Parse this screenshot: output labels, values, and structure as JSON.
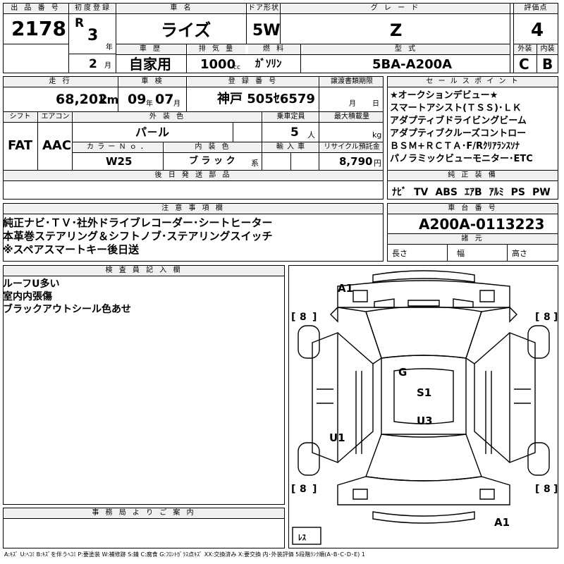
{
  "header": {
    "lot_label": "出 品 番 号",
    "lot_number": "2178",
    "first_reg_label": "初度登録",
    "era_mark": "R",
    "year_value": "3",
    "year_unit": "年",
    "month_value": "2",
    "month_unit": "月",
    "car_name_label": "車 名",
    "car_name": "ライズ",
    "door_label": "ドア形状",
    "door_value": "5W",
    "grade_label": "グ レ ー ド",
    "grade_value": "Z",
    "score_label": "評価点",
    "score_value": "4",
    "history_label": "車 歴",
    "history_value": "自家用",
    "displacement_label": "排 気 量",
    "displacement_value": "1000",
    "displacement_unit": "cc",
    "fuel_label": "燃 料",
    "fuel_value": "ｶﾞｿﾘﾝ",
    "model_label": "型 式",
    "model_value": "5BA-A200A",
    "exterior_label": "外装",
    "exterior_value": "C",
    "interior_label": "内装",
    "interior_value": "B"
  },
  "row2": {
    "mileage_label": "走 行",
    "mileage_value": "68,202",
    "mileage_unit": "km",
    "inspection_label": "車 検",
    "insp_year": "09",
    "insp_year_unit": "年",
    "insp_month": "07",
    "insp_month_unit": "月",
    "plate_label": "登 録 番 号",
    "plate_value": "神戸 505ｾ6579",
    "transfer_label": "譲渡書類期限",
    "transfer_month_unit": "月",
    "transfer_day_unit": "日",
    "shift_label": "シフト",
    "shift_value": "FAT",
    "ac_label": "エアコン",
    "ac_value": "AAC",
    "exterior_color_label": "外 装 色",
    "exterior_color_value": "パ－ル",
    "capacity_label": "乗車定員",
    "capacity_value": "5",
    "capacity_unit": "人",
    "load_label": "最大積載量",
    "load_unit": "kg",
    "color_no_label": "カ ラ ー Ｎ ｏ ．",
    "color_no_value": "W25",
    "interior_color_label": "内 装 色",
    "interior_color_value": "ブ ラ ッ ク",
    "interior_color_unit": "系",
    "import_label": "輸 入 車",
    "recycle_label": "リサイクル預託金",
    "recycle_value": "8,790",
    "recycle_unit": "円",
    "later_parts_label": "後 日 発 送 部 品"
  },
  "sales_points": {
    "label": "セ ー ル ス ポ イ ン ト",
    "lines": [
      "★オークションデビュー★",
      "スマートアシスト(ＴＳＳ)･ＬＫ",
      "アダプティブドライビングビーム",
      "アダプティブクルーズコントロー",
      "ＢＳＭ+ＲＣＴＡ･F/Rｸﾘｱﾗﾝｽｿﾅ",
      "パノラミックビューモニター･ETC"
    ]
  },
  "equipment": {
    "label": "純 正 装 備",
    "items": [
      "ﾅﾋﾞ",
      "TV",
      "ABS",
      "ｴｱB",
      "ｱﾙﾐ",
      "PS",
      "PW"
    ]
  },
  "notes": {
    "label": "注 意 事 項 欄",
    "lines": [
      "純正ナビ･ＴＶ･社外ドライブレコーダー･シートヒーター",
      "本革巻ステアリング＆シフトノブ･ステアリングスイッチ",
      "※スペアスマートキー後日送"
    ]
  },
  "chassis": {
    "label": "車 台 番 号",
    "value": "A200A-0113223",
    "dims_label": "諸 元",
    "length_label": "長さ",
    "width_label": "幅",
    "height_label": "高さ"
  },
  "inspector": {
    "label": "検 査 員 記 入 欄",
    "lines": [
      "ルーフU多い",
      "室内内張傷",
      "ブラックアウトシール色あせ"
    ]
  },
  "office": {
    "label": "事 務 局 よ り ご 案 内"
  },
  "diagram": {
    "marks": {
      "a1_top": "A1",
      "a1_bottom": "A1",
      "g": "G",
      "s1": "S1",
      "u3": "U3",
      "u1": "U1"
    },
    "tire_front_left": "8",
    "tire_front_right": "8",
    "tire_rear_left": "8",
    "tire_rear_right": "8",
    "spare": "ﾚｽ"
  },
  "legend": {
    "text": "A:ｷｽﾞ U:ﾍｺﾐ B:ｷｽﾞを伴うﾍｺﾐ P:要塗装 W:補修跡 S:錆 C:腐食 G:ﾌﾛﾝﾄｶﾞﾗｽ点ｷｽﾞ XX:交換済み X:要交換  内･外装評価 5段階ﾗﾝｸ順(A･B･C･D･E) 1"
  }
}
